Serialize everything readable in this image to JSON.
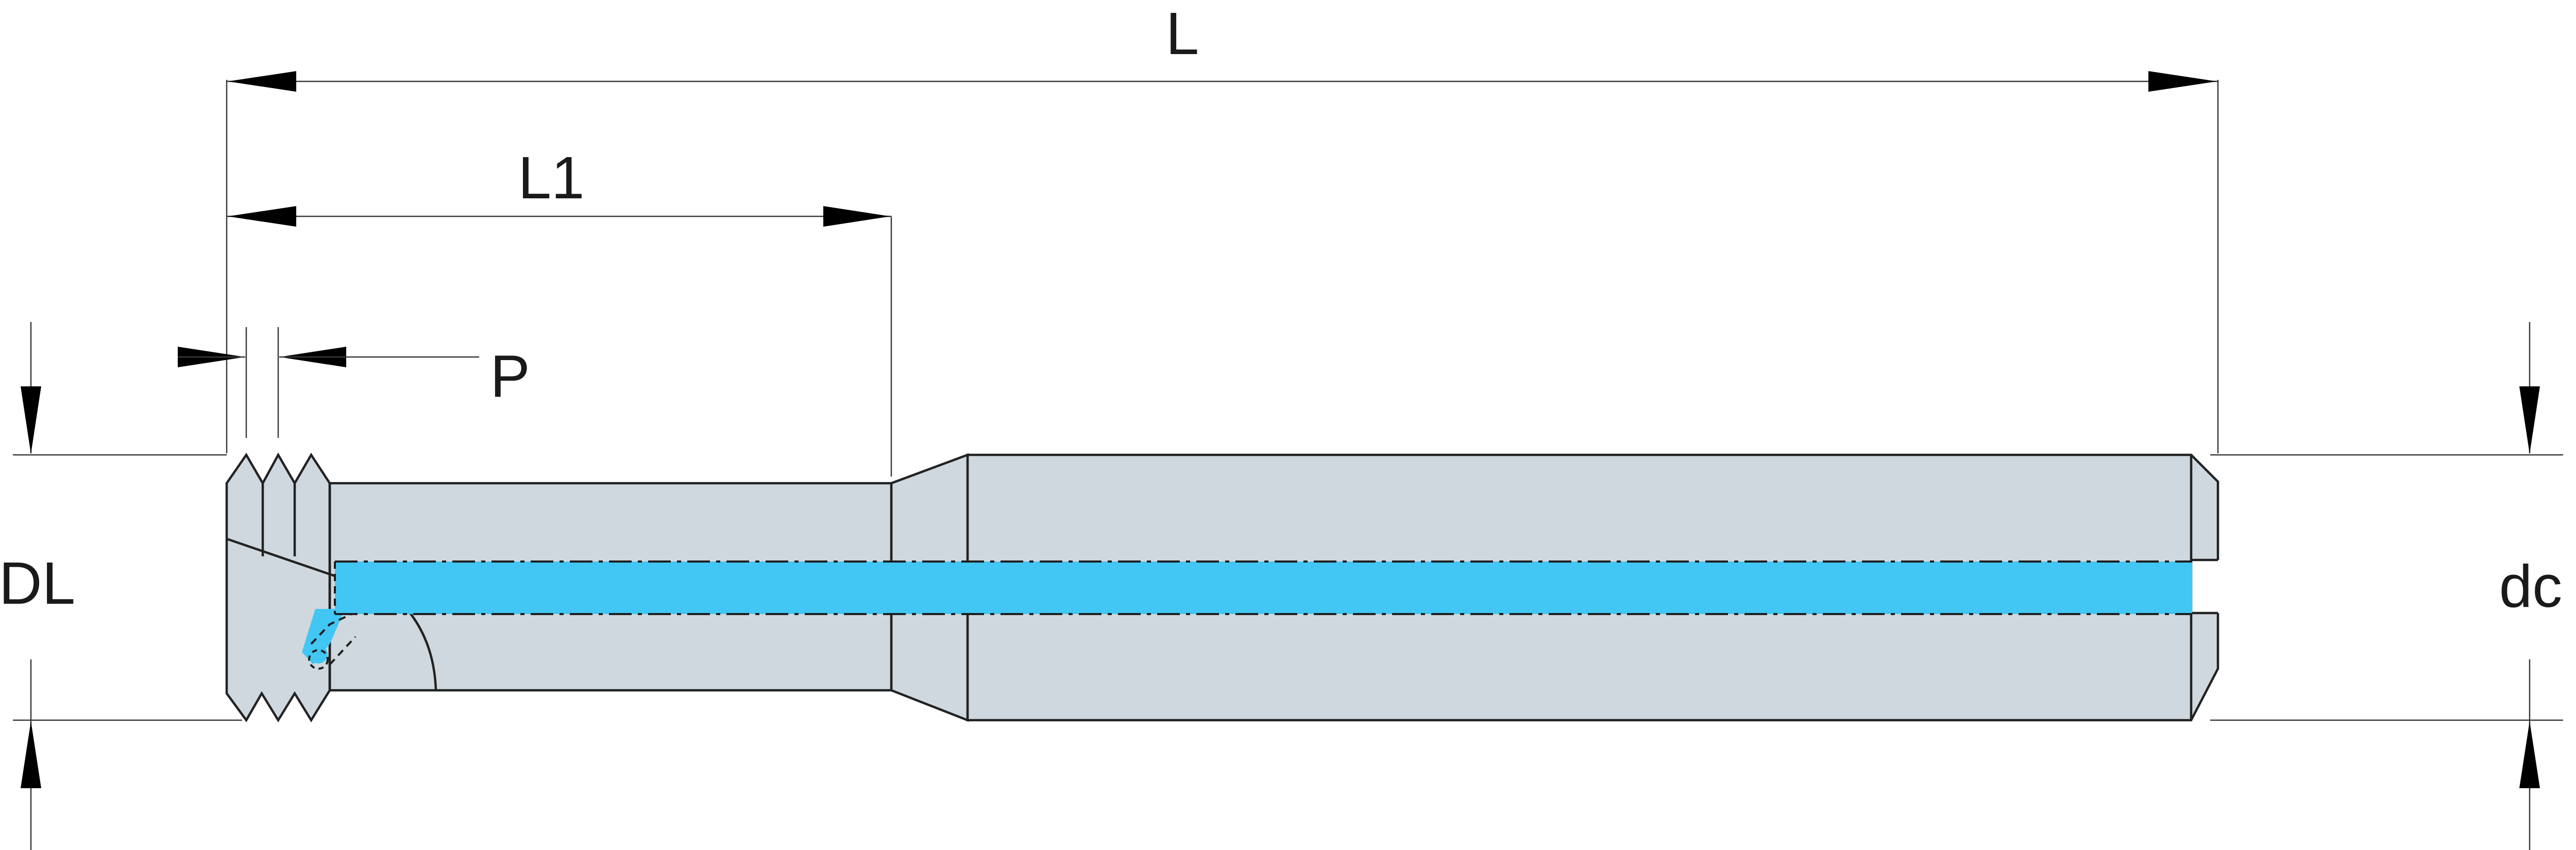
{
  "dimensions": {
    "overall_length": "L",
    "cutting_length": "L1",
    "pitch": "P",
    "cutting_diameter": "DL",
    "shank_diameter": "dc"
  },
  "colors": {
    "tool_body": "#cfd8de",
    "coolant_channel": "#42c6f3",
    "outline": "#222222",
    "background": "#ffffff"
  }
}
